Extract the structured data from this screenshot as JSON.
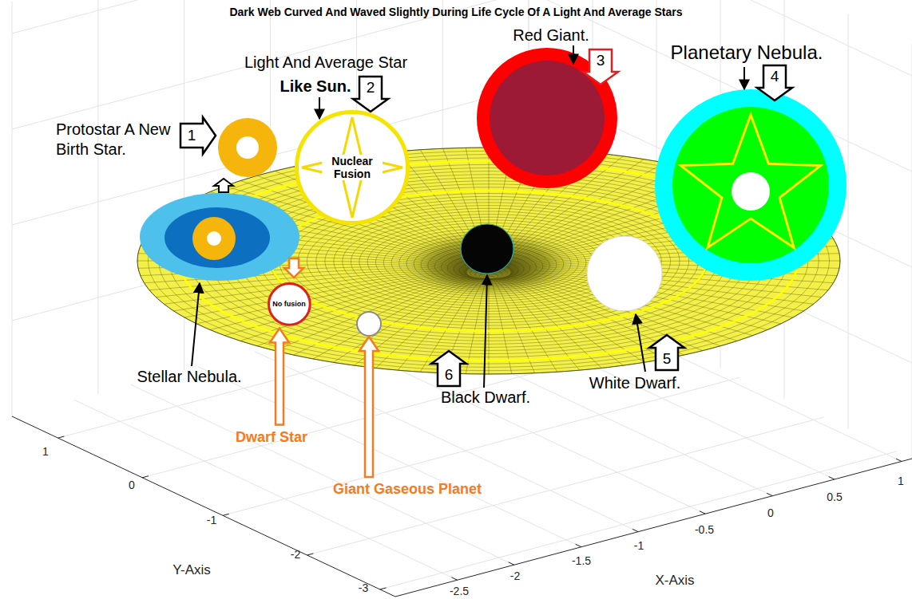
{
  "diagram": {
    "title": "Dark Web Curved And Waved Slightly During Life Cycle Of A Light And Average Stars",
    "nodes": [
      {
        "text": [
          "Nuclear Fusion"
        ]
      },
      {
        "text": [
          "No fusion"
        ]
      }
    ],
    "labels": [
      "Protostar A New Birth Star.",
      "1",
      "Light And Average Star",
      "Like Sun.",
      "2",
      "Red Giant.",
      "3",
      "Planetary Nebula.",
      "4",
      "Stellar Nebula.",
      "Dwarf Star",
      "Giant Gaseous Planet",
      "6",
      "Black Dwarf.",
      "5",
      "White Dwarf.",
      "1",
      "0",
      "-1",
      "-2",
      "-3",
      "Y-Axis",
      "-2.5",
      "-2",
      "-1.5",
      "-1",
      "-0.5",
      "0",
      "0.5",
      "1",
      "X-Axis"
    ]
  }
}
